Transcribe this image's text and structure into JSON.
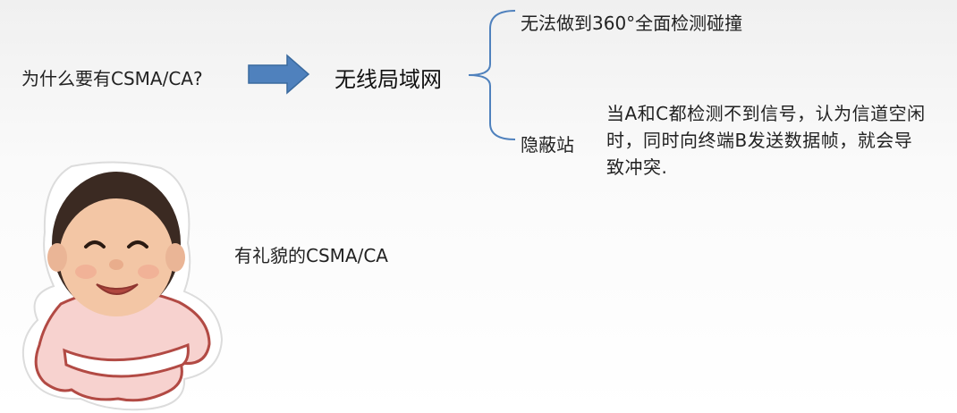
{
  "question": "为什么要有CSMA/CA?",
  "topic": "无线局域网",
  "points": [
    "无法做到360°全面检测碰撞",
    "隐蔽站"
  ],
  "explanation": "当A和C都检测不到信号，认为信道空闲时，同时向终端B发送数据帧，就会导致冲突.",
  "caption": "有礼貌的CSMA/CA",
  "colors": {
    "arrow": "#4f81bd",
    "brace": "#4f81bd"
  }
}
